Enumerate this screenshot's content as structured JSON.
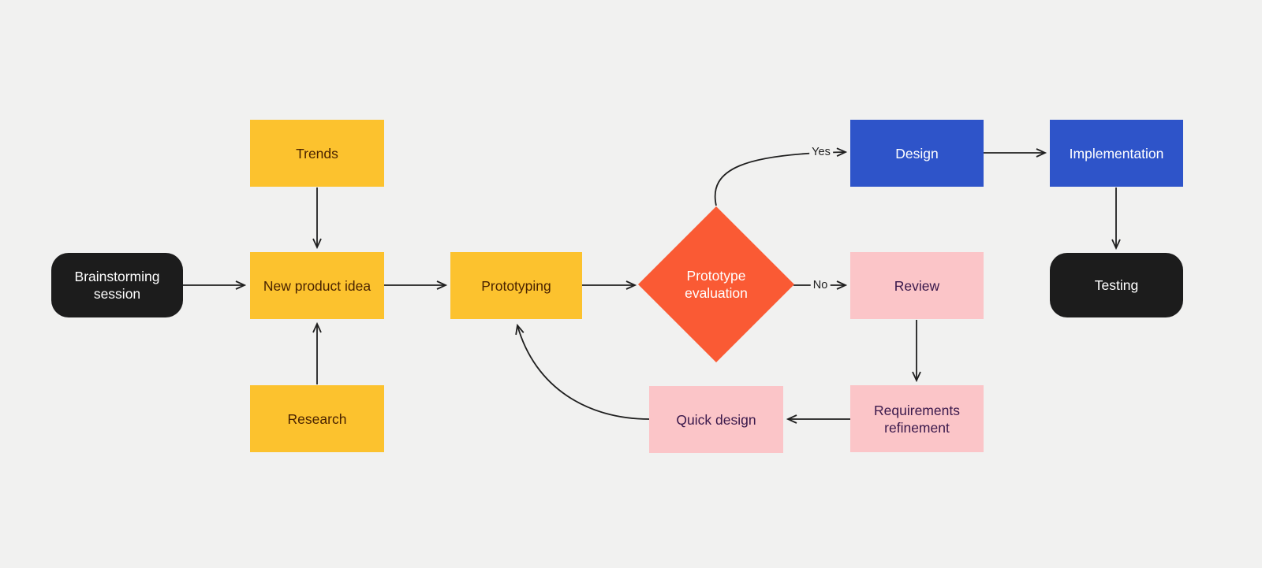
{
  "canvas": {
    "background_color": "#F1F1F0",
    "edge_color": "#1F1F1F"
  },
  "diagram": {
    "nodes": [
      {
        "id": "brainstorming",
        "label": "Brainstorming session",
        "shape": "rounded-rectangle",
        "fill": "#1C1C1C",
        "text_color": "#FFFFFF"
      },
      {
        "id": "trends",
        "label": "Trends",
        "shape": "rectangle",
        "fill": "#FCC22E",
        "text_color": "#4A2300"
      },
      {
        "id": "new_product_idea",
        "label": "New product idea",
        "shape": "rectangle",
        "fill": "#FCC22E",
        "text_color": "#4A2300"
      },
      {
        "id": "research",
        "label": "Research",
        "shape": "rectangle",
        "fill": "#FCC22E",
        "text_color": "#4A2300"
      },
      {
        "id": "prototyping",
        "label": "Prototyping",
        "shape": "rectangle",
        "fill": "#FCC22E",
        "text_color": "#4A2300"
      },
      {
        "id": "prototype_evaluation",
        "label": "Prototype evaluation",
        "shape": "diamond",
        "fill": "#FA5A34",
        "text_color": "#FFFFFF"
      },
      {
        "id": "design",
        "label": "Design",
        "shape": "rectangle",
        "fill": "#2E54C9",
        "text_color": "#FFFFFF"
      },
      {
        "id": "implementation",
        "label": "Implementation",
        "shape": "rectangle",
        "fill": "#2E54C9",
        "text_color": "#FFFFFF"
      },
      {
        "id": "testing",
        "label": "Testing",
        "shape": "rounded-rectangle",
        "fill": "#1C1C1C",
        "text_color": "#FFFFFF"
      },
      {
        "id": "review",
        "label": "Review",
        "shape": "rectangle",
        "fill": "#FBC5C8",
        "text_color": "#39184B"
      },
      {
        "id": "requirements_refinement",
        "label": "Requirements refinement",
        "shape": "rectangle",
        "fill": "#FBC5C8",
        "text_color": "#39184B"
      },
      {
        "id": "quick_design",
        "label": "Quick design",
        "shape": "rectangle",
        "fill": "#FBC5C8",
        "text_color": "#39184B"
      }
    ],
    "edges": [
      {
        "from": "brainstorming",
        "to": "new_product_idea"
      },
      {
        "from": "trends",
        "to": "new_product_idea"
      },
      {
        "from": "research",
        "to": "new_product_idea"
      },
      {
        "from": "new_product_idea",
        "to": "prototyping"
      },
      {
        "from": "prototyping",
        "to": "prototype_evaluation"
      },
      {
        "from": "prototype_evaluation",
        "to": "design",
        "label": "Yes"
      },
      {
        "from": "design",
        "to": "implementation"
      },
      {
        "from": "implementation",
        "to": "testing"
      },
      {
        "from": "prototype_evaluation",
        "to": "review",
        "label": "No"
      },
      {
        "from": "review",
        "to": "requirements_refinement"
      },
      {
        "from": "requirements_refinement",
        "to": "quick_design"
      },
      {
        "from": "quick_design",
        "to": "prototyping"
      }
    ]
  }
}
